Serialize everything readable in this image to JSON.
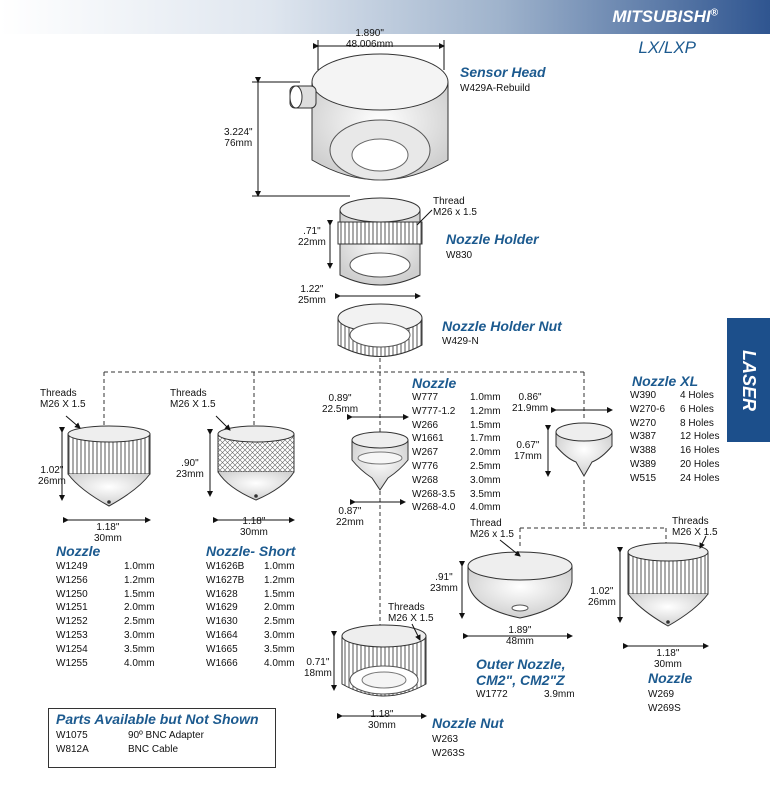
{
  "header": {
    "brand": "MITSUBISHI",
    "brand_reg": "®",
    "model": "LX/LXP"
  },
  "side_tab": "LASER",
  "sensor_head": {
    "title": "Sensor Head",
    "part": "W429A-Rebuild",
    "dim_width_in": "1.890\"",
    "dim_width_mm": "48.006mm",
    "dim_height_in": "3.224\"",
    "dim_height_mm": "76mm"
  },
  "nozzle_holder": {
    "title": "Nozzle Holder",
    "part": "W830",
    "thread_label": "Thread",
    "thread_spec": "M26 x 1.5",
    "dim_a_in": ".71\"",
    "dim_a_mm": "22mm",
    "dim_b_in": "1.22\"",
    "dim_b_mm": "25mm"
  },
  "nozzle_holder_nut": {
    "title": "Nozzle Holder Nut",
    "part": "W429-N"
  },
  "nozzle_left": {
    "title": "Nozzle",
    "threads_label": "Threads",
    "threads_spec": "M26 X 1.5",
    "dim_h_in": "1.02\"",
    "dim_h_mm": "26mm",
    "dim_w_in": "1.18\"",
    "dim_w_mm": "30mm",
    "rows": [
      [
        "W1249",
        "1.0mm"
      ],
      [
        "W1256",
        "1.2mm"
      ],
      [
        "W1250",
        "1.5mm"
      ],
      [
        "W1251",
        "2.0mm"
      ],
      [
        "W1252",
        "2.5mm"
      ],
      [
        "W1253",
        "3.0mm"
      ],
      [
        "W1254",
        "3.5mm"
      ],
      [
        "W1255",
        "4.0mm"
      ]
    ]
  },
  "nozzle_short": {
    "title": "Nozzle- Short",
    "threads_label": "Threads",
    "threads_spec": "M26 X 1.5",
    "dim_h_in": ".90\"",
    "dim_h_mm": "23mm",
    "dim_w_in": "1.18\"",
    "dim_w_mm": "30mm",
    "rows": [
      [
        "W1626B",
        "1.0mm"
      ],
      [
        "W1627B",
        "1.2mm"
      ],
      [
        "W1628",
        "1.5mm"
      ],
      [
        "W1629",
        "2.0mm"
      ],
      [
        "W1630",
        "2.5mm"
      ],
      [
        "W1664",
        "3.0mm"
      ],
      [
        "W1665",
        "3.5mm"
      ],
      [
        "W1666",
        "4.0mm"
      ]
    ]
  },
  "nozzle_mid": {
    "title": "Nozzle",
    "dim_top_in": "0.89\"",
    "dim_top_mm": "22.5mm",
    "dim_bot_in": "0.87\"",
    "dim_bot_mm": "22mm",
    "rows": [
      [
        "W777",
        "1.0mm"
      ],
      [
        "W777-1.2",
        "1.2mm"
      ],
      [
        "W266",
        "1.5mm"
      ],
      [
        "W1661",
        "1.7mm"
      ],
      [
        "W267",
        "2.0mm"
      ],
      [
        "W776",
        "2.5mm"
      ],
      [
        "W268",
        "3.0mm"
      ],
      [
        "W268-3.5",
        "3.5mm"
      ],
      [
        "W268-4.0",
        "4.0mm"
      ]
    ]
  },
  "nozzle_xl": {
    "title": "Nozzle XL",
    "dim_w_in": "0.86\"",
    "dim_w_mm": "21.9mm",
    "dim_h_in": "0.67\"",
    "dim_h_mm": "17mm",
    "rows": [
      [
        "W390",
        "4 Holes"
      ],
      [
        "W270-6",
        "6 Holes"
      ],
      [
        "W270",
        "8 Holes"
      ],
      [
        "W387",
        "12 Holes"
      ],
      [
        "W388",
        "16 Holes"
      ],
      [
        "W389",
        "20 Holes"
      ],
      [
        "W515",
        "24 Holes"
      ]
    ]
  },
  "outer_nozzle": {
    "title_line1": "Outer Nozzle,",
    "title_line2": "CM2\", CM2\"Z",
    "part": "W1772",
    "size": "3.9mm",
    "thread_label": "Thread",
    "thread_spec": "M26 x 1.5",
    "dim_h_in": ".91\"",
    "dim_h_mm": "23mm",
    "dim_w_in": "1.89\"",
    "dim_w_mm": "48mm"
  },
  "nozzle_right": {
    "title": "Nozzle",
    "parts": [
      "W269",
      "W269S"
    ],
    "threads_label": "Threads",
    "threads_spec": "M26 X 1.5",
    "dim_h_in": "1.02\"",
    "dim_h_mm": "26mm",
    "dim_w_in": "1.18\"",
    "dim_w_mm": "30mm"
  },
  "nozzle_nut": {
    "title": "Nozzle Nut",
    "parts": [
      "W263",
      "W263S"
    ],
    "threads_label": "Threads",
    "threads_spec": "M26 X 1.5",
    "dim_h_in": "0.71\"",
    "dim_h_mm": "18mm",
    "dim_w_in": "1.18\"",
    "dim_w_mm": "30mm"
  },
  "parts_not_shown": {
    "title": "Parts Available but Not Shown",
    "rows": [
      [
        "W1075",
        "90º BNC Adapter"
      ],
      [
        "W812A",
        "BNC Cable"
      ]
    ]
  }
}
